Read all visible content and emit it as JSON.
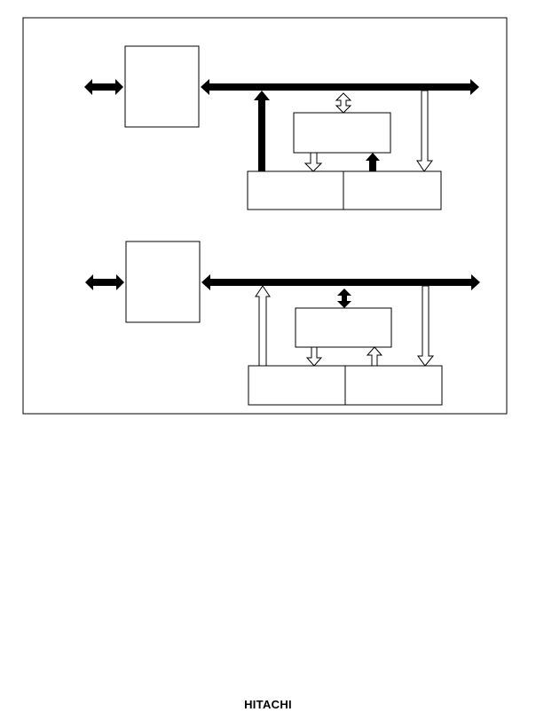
{
  "footer": {
    "brand": "HITACHI"
  },
  "colors": {
    "ink": "#000000",
    "paper": "#ffffff"
  },
  "diagrams": [
    {
      "name": "upper-diagram",
      "boxes": [
        "left-block",
        "center-block",
        "bottom-left-block",
        "bottom-right-block"
      ],
      "arrows": {
        "left-external": "bidirectional-solid",
        "main-bus": "bidirectional-solid",
        "bus-to-center": "bidirectional-hollow",
        "bottom-left-to-bus": "up-solid",
        "center-to-bottom-left": "down-hollow",
        "bottom-right-to-center": "up-solid",
        "bus-to-bottom-right": "down-hollow"
      }
    },
    {
      "name": "lower-diagram",
      "boxes": [
        "left-block",
        "center-block",
        "bottom-left-block",
        "bottom-right-block"
      ],
      "arrows": {
        "left-external": "bidirectional-solid",
        "main-bus": "bidirectional-solid",
        "bus-to-center": "bidirectional-solid",
        "bottom-left-to-bus": "up-hollow",
        "center-to-bottom-left": "down-hollow",
        "bottom-right-to-center": "up-hollow",
        "bus-to-bottom-right": "down-hollow"
      }
    }
  ]
}
